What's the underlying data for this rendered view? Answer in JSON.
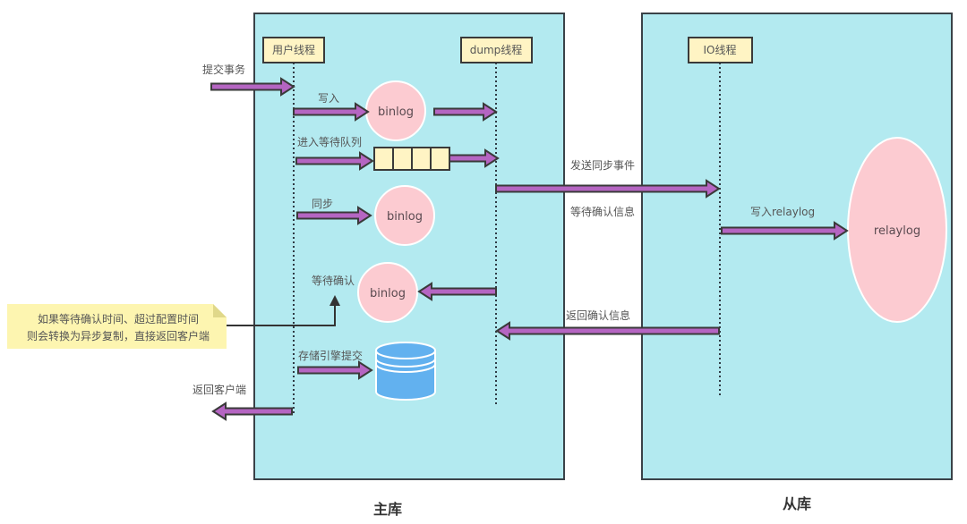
{
  "colors": {
    "container_fill": "#b3eaf0",
    "container_stroke": "#3a4248",
    "thread_fill": "#fff4c4",
    "node_fill": "#fccbd1",
    "arrow_fill": "#b565c2",
    "arrow_stroke": "#3a3a3a",
    "db_fill": "#62b1ef",
    "note_fill": "#fdf5b0",
    "note_fold": "#e0d88a"
  },
  "containers": {
    "master": {
      "title": "主库"
    },
    "slave": {
      "title": "从库"
    }
  },
  "threads": {
    "user": "用户线程",
    "dump": "dump线程",
    "io": "IO线程"
  },
  "nodes": {
    "binlog_write": "binlog",
    "binlog_sync": "binlog",
    "binlog_ack": "binlog",
    "relaylog": "relaylog"
  },
  "labels": {
    "submit_tx": "提交事务",
    "write": "写入",
    "enter_queue": "进入等待队列",
    "sync": "同步",
    "wait_ack": "等待确认",
    "engine_commit": "存储引擎提交",
    "return_client": "返回客户端",
    "send_event": "发送同步事件",
    "wait_ack_info": "等待确认信息",
    "return_ack_info": "返回确认信息",
    "write_relaylog": "写入relaylog"
  },
  "note": {
    "line1": "如果等待确认时间、超过配置时间",
    "line2": "则会转换为异步复制，直接返回客户端"
  },
  "queue_slots": 4
}
